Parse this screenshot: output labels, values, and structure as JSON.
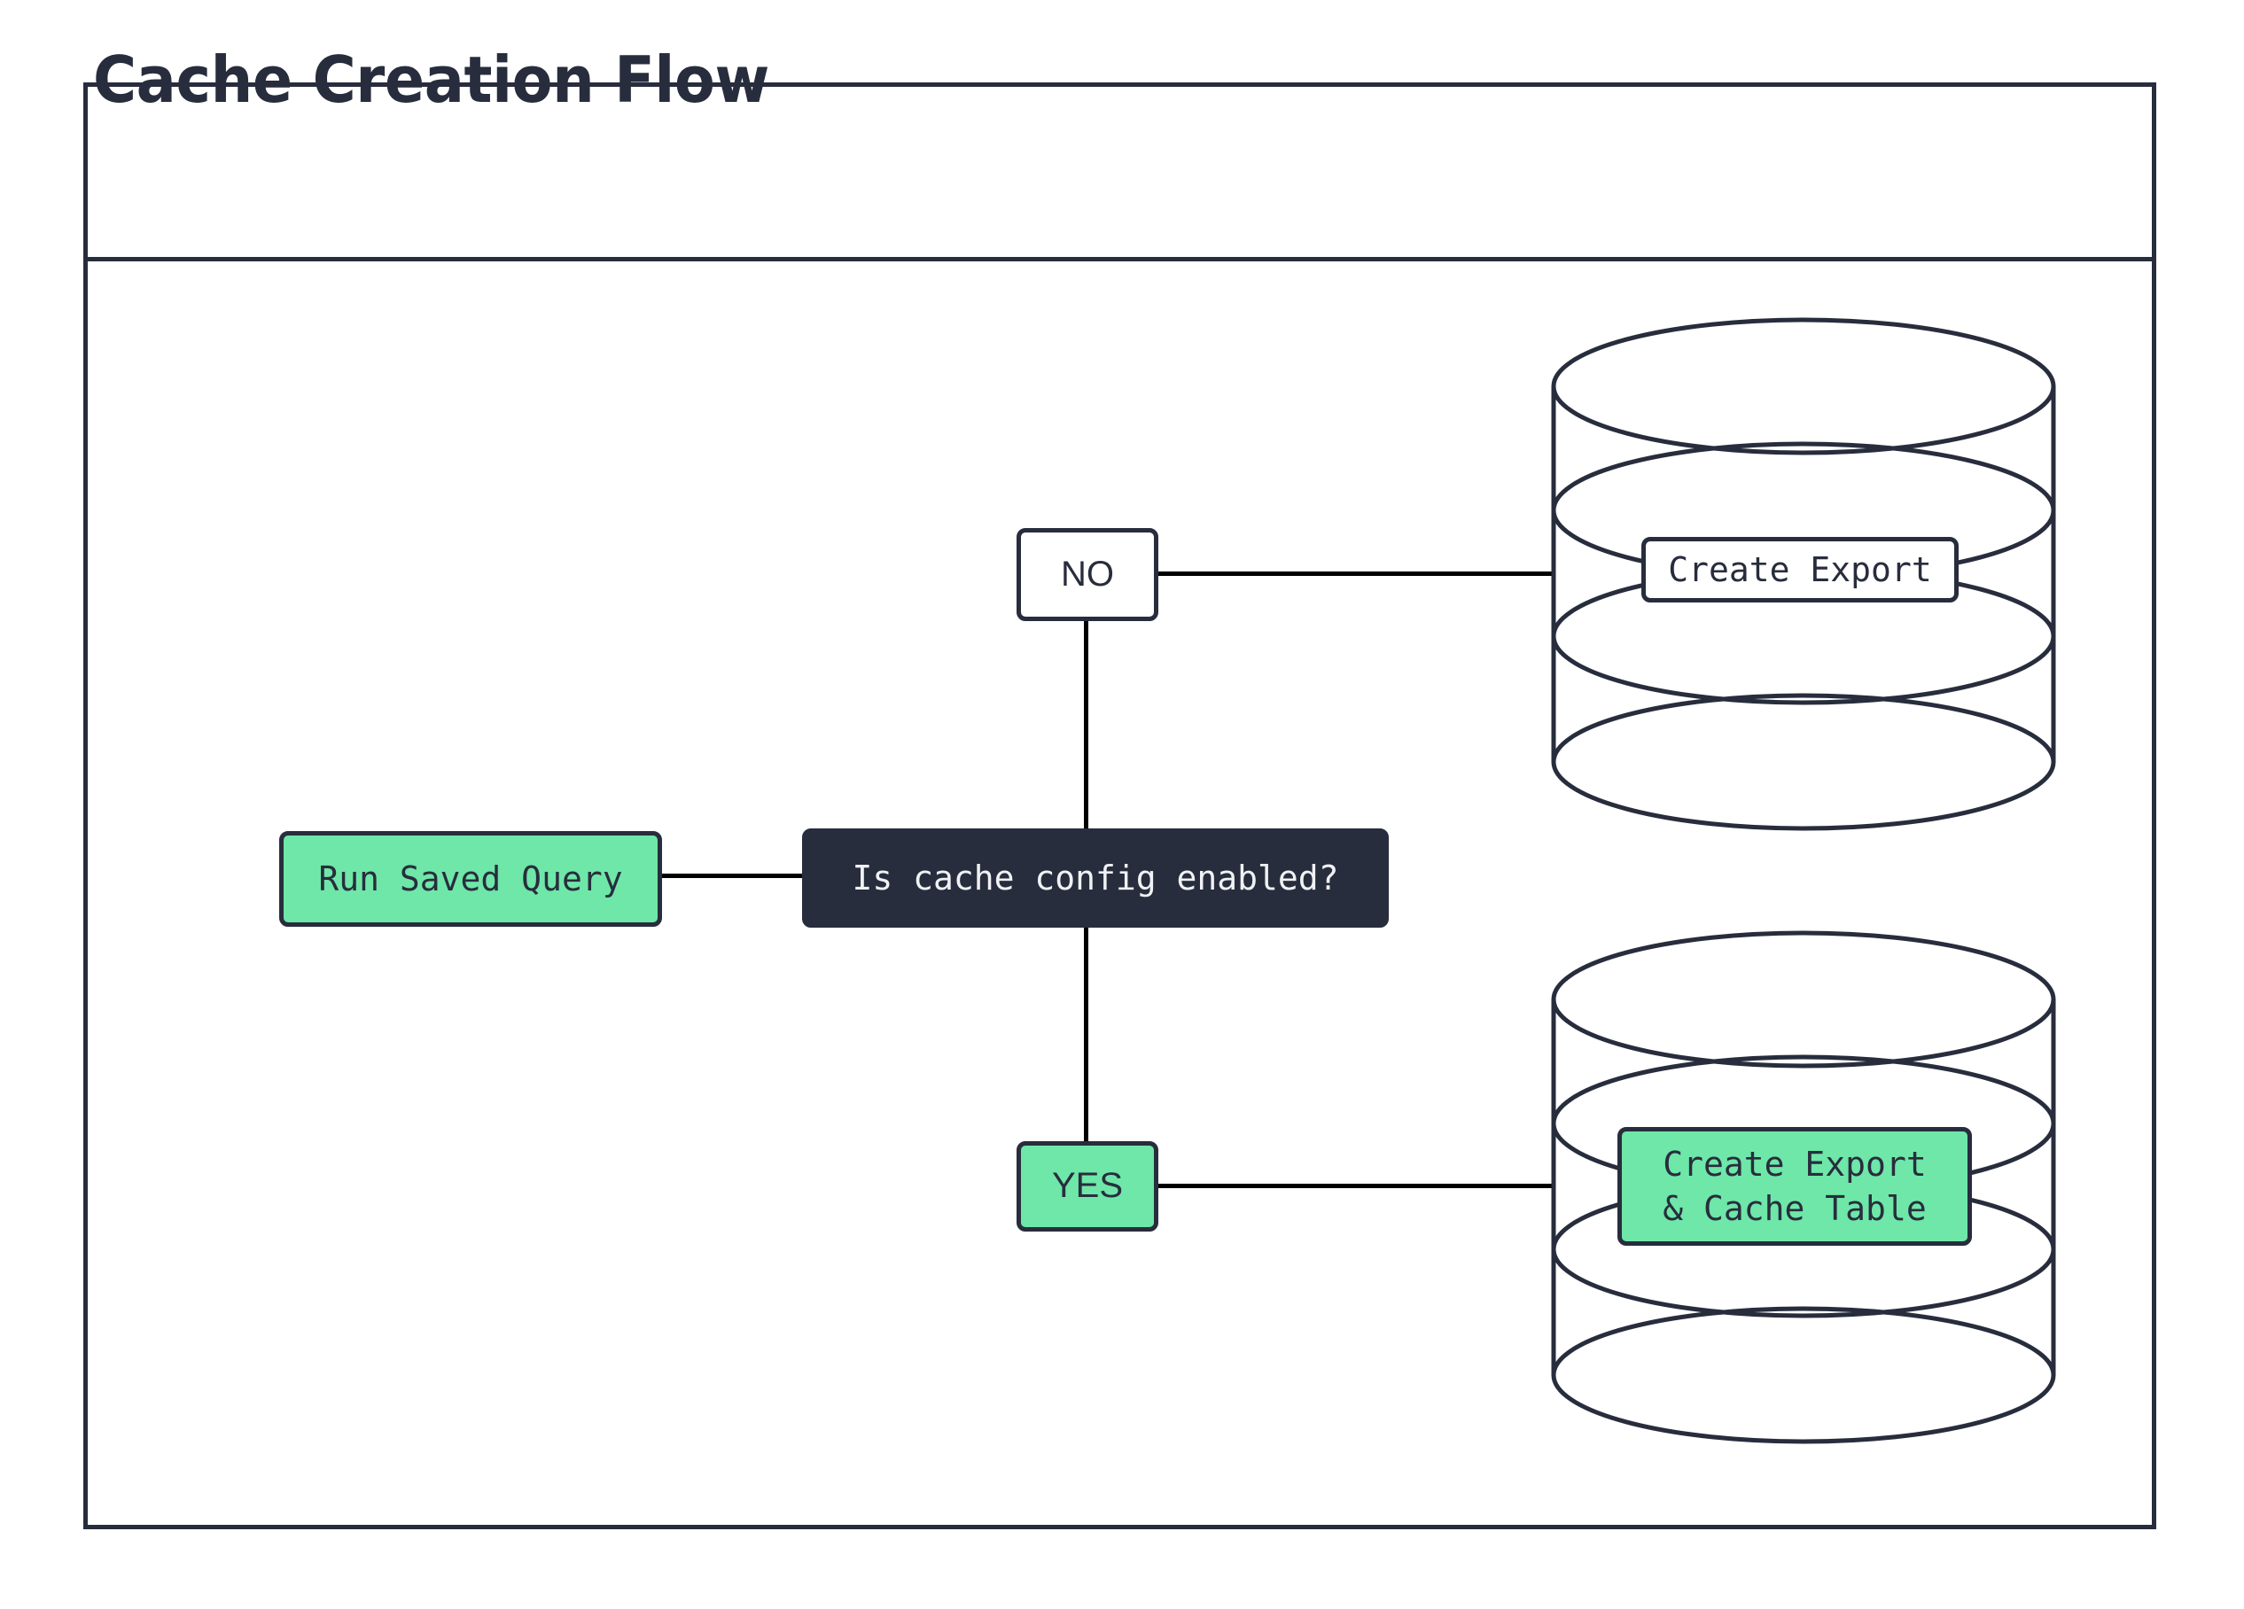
{
  "diagram": {
    "title": "Cache Creation Flow",
    "type": "flowchart",
    "colors": {
      "accent_green": "#6ee7a8",
      "dark_navy": "#282d3d",
      "connector": "#000000",
      "background": "#ffffff"
    },
    "nodes": [
      {
        "id": "run-saved-query",
        "label": "Run Saved Query",
        "shape": "rounded-rect",
        "fill": "#6ee7a8",
        "text_color": "#282d3d"
      },
      {
        "id": "decision",
        "label": "Is cache config enabled?",
        "shape": "rounded-rect",
        "fill": "#282d3d",
        "text_color": "#f0f1f4"
      },
      {
        "id": "branch-no",
        "label": "NO",
        "shape": "rounded-rect",
        "fill": "#ffffff",
        "text_color": "#282d3d"
      },
      {
        "id": "branch-yes",
        "label": "YES",
        "shape": "rounded-rect",
        "fill": "#6ee7a8",
        "text_color": "#282d3d"
      },
      {
        "id": "database-top",
        "label": "Create Export",
        "shape": "database-cylinder",
        "fill": "#ffffff",
        "text_color": "#282d3d"
      },
      {
        "id": "database-bottom",
        "label": "Create Export\n& Cache Table",
        "shape": "database-cylinder",
        "fill": "#6ee7a8",
        "text_color": "#282d3d"
      }
    ],
    "edges": [
      {
        "id": "edge-query-decision",
        "from": "run-saved-query",
        "to": "decision",
        "label": ""
      },
      {
        "id": "edge-decision-no",
        "from": "decision",
        "to": "branch-no",
        "label": ""
      },
      {
        "id": "edge-decision-yes",
        "from": "decision",
        "to": "branch-yes",
        "label": ""
      },
      {
        "id": "edge-no-database",
        "from": "branch-no",
        "to": "database-top",
        "label": ""
      },
      {
        "id": "edge-yes-database",
        "from": "branch-yes",
        "to": "database-bottom",
        "label": ""
      }
    ]
  }
}
